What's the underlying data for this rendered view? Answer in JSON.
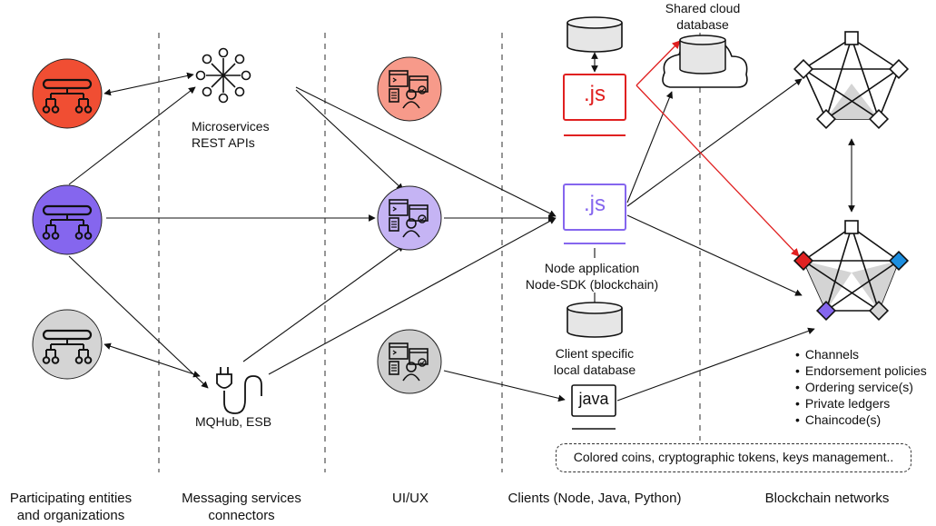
{
  "columns": [
    {
      "line1": "Participating entities",
      "line2": "and organizations"
    },
    {
      "line1": "Messaging services",
      "line2": "connectors"
    },
    {
      "line1": "UI/UX",
      "line2": ""
    },
    {
      "line1": "Clients (Node, Java, Python)",
      "line2": ""
    },
    {
      "line1": "Blockchain networks",
      "line2": ""
    }
  ],
  "microservices": {
    "line1": "Microservices",
    "line2": "REST APIs"
  },
  "mqhub": {
    "label": "MQHub, ESB"
  },
  "shared_db": {
    "line1": "Shared cloud",
    "line2": "database"
  },
  "node_app": {
    "line1": "Node application",
    "line2": "Node-SDK (blockchain)"
  },
  "client_db": {
    "line1": "Client specific",
    "line2": "local database"
  },
  "clients": {
    "js_top": ".js",
    "js_mid": ".js",
    "java": "java"
  },
  "network_features": [
    "Channels",
    "Endorsement policies",
    "Ordering service(s)",
    "Private ledgers",
    "Chaincode(s)"
  ],
  "footer_pill": "Colored coins, cryptographic tokens, keys management..",
  "colors": {
    "entity_red": "#f04e33",
    "entity_purple": "#8566ee",
    "entity_gray": "#d4d4d4",
    "ui_red": "#f79a8a",
    "ui_purple": "#c5b4f4",
    "ui_gray": "#cfcfcf",
    "js_red": "#e02020",
    "js_purple": "#8566ee",
    "red_arrow": "#e02020",
    "node_blue": "#1d8fe0"
  },
  "icons": [
    "org-chart-icon",
    "microservices-icon",
    "plug-icon",
    "ui-terminal-icon",
    "database-icon",
    "cloud-database-icon",
    "network-pentagon-icon"
  ]
}
